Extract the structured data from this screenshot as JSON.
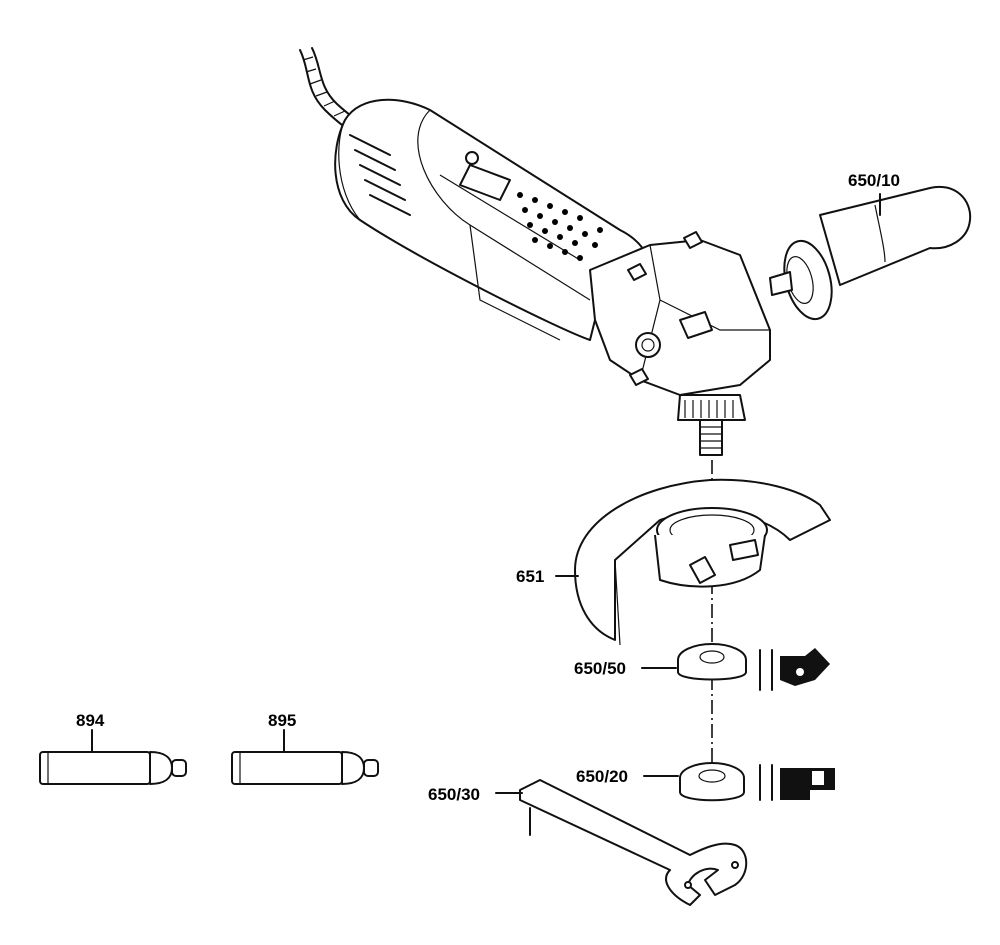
{
  "diagram": {
    "parts": [
      {
        "id": "650_10",
        "label": "650/10"
      },
      {
        "id": "651",
        "label": "651"
      },
      {
        "id": "650_50",
        "label": "650/50"
      },
      {
        "id": "650_20",
        "label": "650/20"
      },
      {
        "id": "650_30",
        "label": "650/30"
      },
      {
        "id": "894",
        "label": "894"
      },
      {
        "id": "895",
        "label": "895"
      }
    ]
  }
}
